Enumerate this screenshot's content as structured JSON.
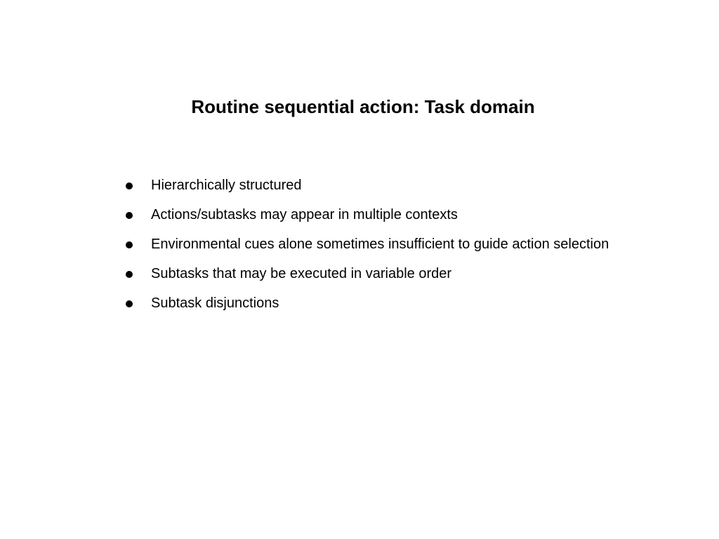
{
  "slide": {
    "title": "Routine sequential action: Task domain",
    "bullets": [
      "Hierarchically structured",
      "Actions/subtasks may appear in multiple contexts",
      "Environmental cues alone sometimes insufficient to guide action selection",
      "Subtasks that may be executed in variable order",
      "Subtask disjunctions"
    ]
  }
}
